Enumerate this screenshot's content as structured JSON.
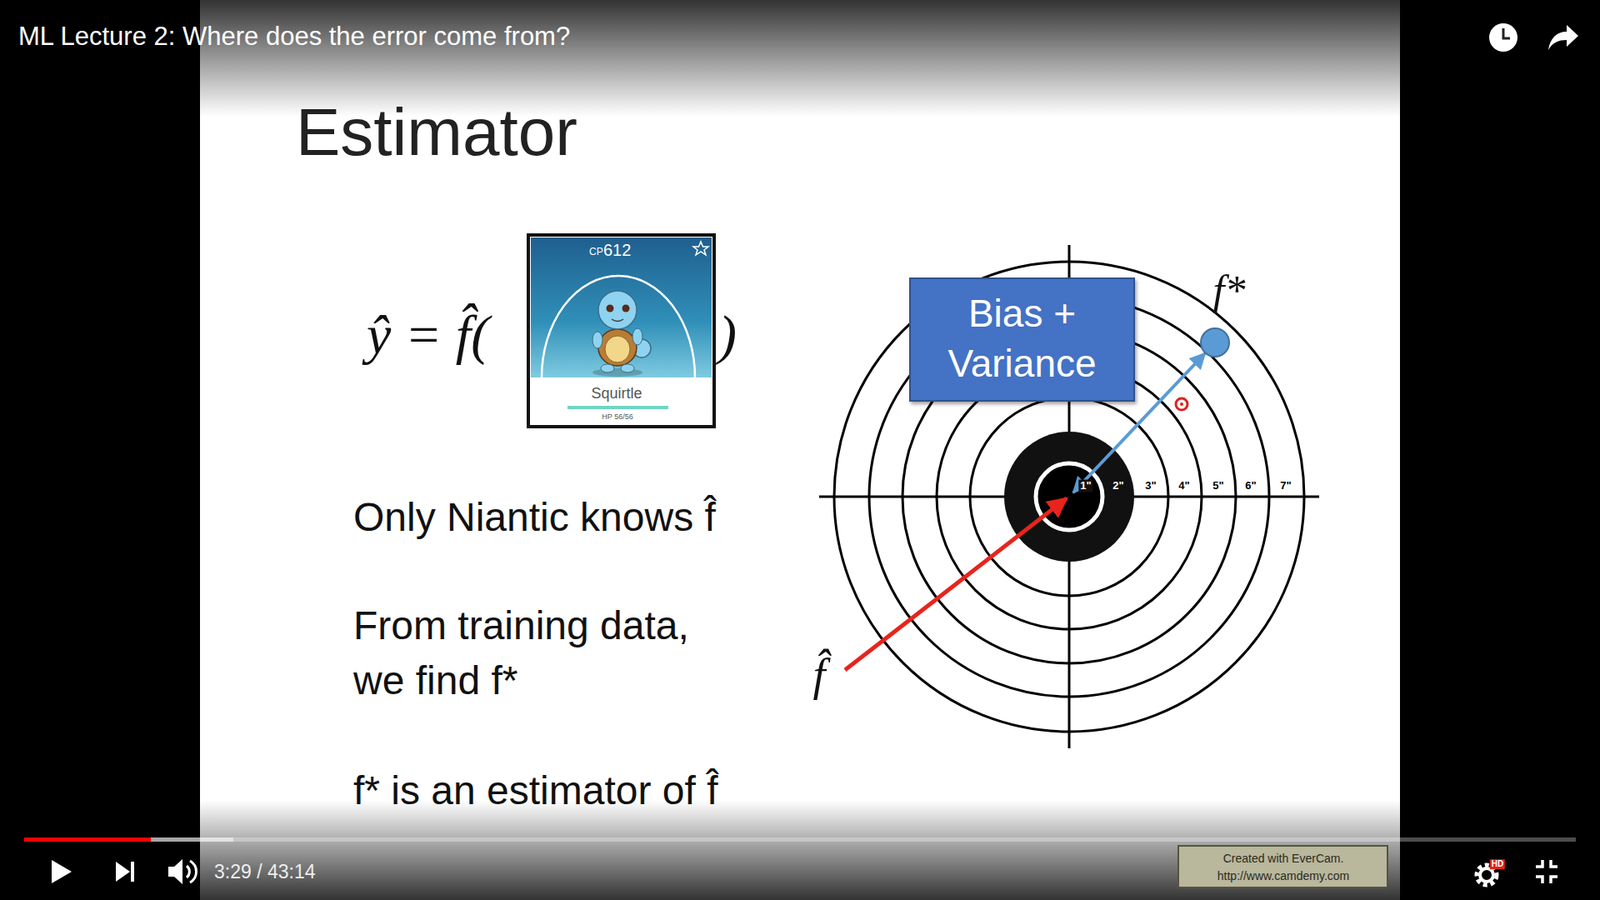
{
  "diagram": {
    "title": "Estimator",
    "nodes": [
      {
        "text": [
          "Bias + Variance"
        ]
      }
    ],
    "labels": [
      "ML Lecture 2: Where does the error come from?",
      "ŷ = f̂(",
      ")",
      "CP",
      "612",
      "Squirtle",
      "HP 56/56",
      "Only Niantic knows f̂",
      "From training data, we find f*",
      "f* is an estimator of f̂",
      "f*",
      "1\"",
      "2\"",
      "3\"",
      "4\"",
      "5\"",
      "6\"",
      "7\"",
      "f̂",
      "3:29 / 43:14",
      "HD",
      "Created with EverCam.",
      "http://www.camdemy.com"
    ]
  }
}
